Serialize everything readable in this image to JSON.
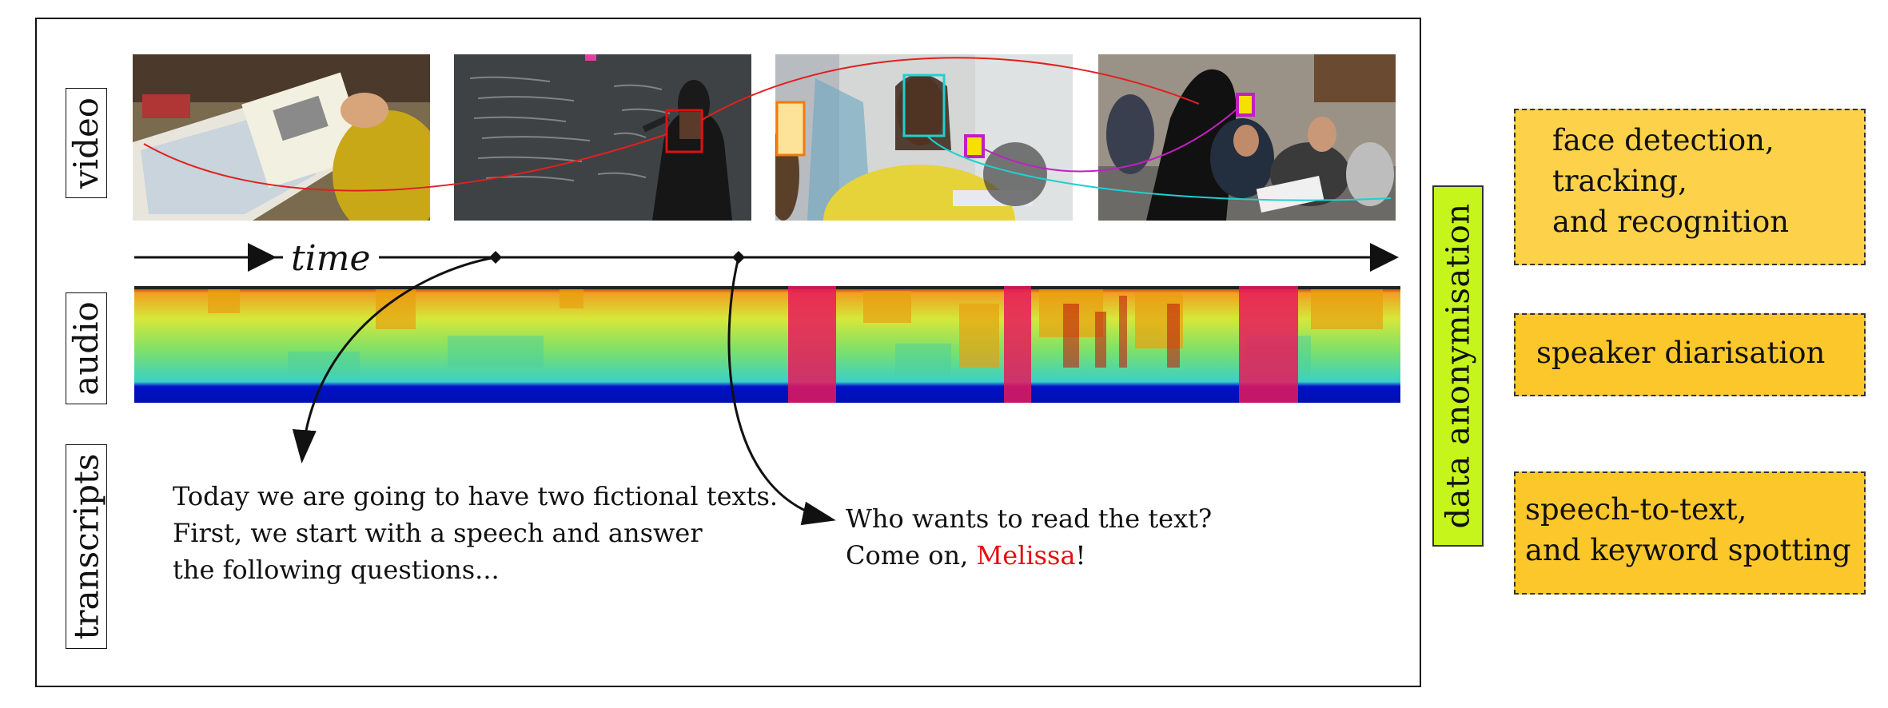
{
  "labels": {
    "video": "video",
    "audio": "audio",
    "transcripts": "transcripts",
    "time": "time"
  },
  "transcripts": {
    "first": [
      "Today we are going to have two fictional texts.",
      "First, we start with a speech and answer",
      "the following questions..."
    ],
    "second_line1": "Who wants to read the text?",
    "second_line2_prefix": "Come on, ",
    "second_line2_name": "Melissa",
    "second_line2_suffix": "!"
  },
  "anonymisation_label": "data anonymisation",
  "tasks": [
    [
      "face detection,",
      "tracking,",
      "and recognition"
    ],
    [
      "speaker diarisation"
    ],
    [
      "speech-to-text,",
      "and keyword spotting"
    ]
  ],
  "colors": {
    "anonymisation_bg": "#c5f51a",
    "task_bg": "#fcc72b",
    "redaction": "#e8195a",
    "name_highlight": "#e01010"
  }
}
